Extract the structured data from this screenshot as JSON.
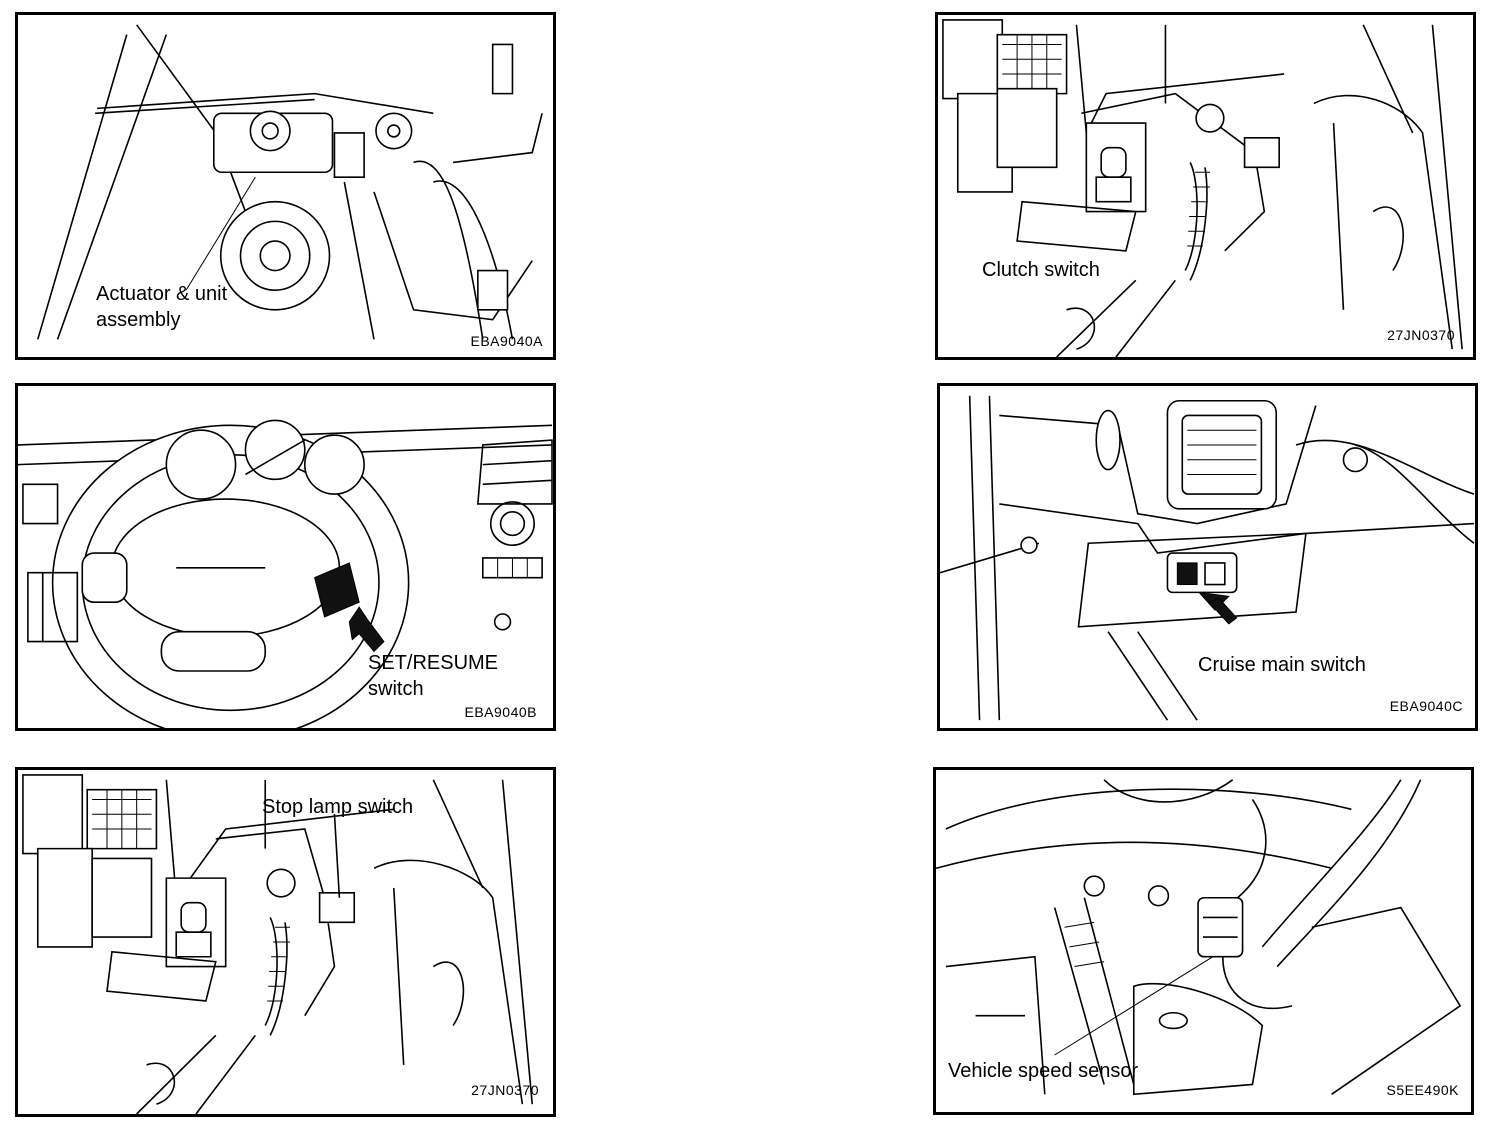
{
  "panels": {
    "actuator": {
      "label_line1": "Actuator & unit",
      "label_line2": "assembly",
      "code": "EBA9040A"
    },
    "clutch": {
      "label": "Clutch switch",
      "code": "27JN0370"
    },
    "set_resume": {
      "label_line1": "SET/RESUME",
      "label_line2": "switch",
      "code": "EBA9040B"
    },
    "cruise_main": {
      "label": "Cruise main switch",
      "code": "EBA9040C"
    },
    "stop_lamp": {
      "label": "Stop lamp switch",
      "code": "27JN0370"
    },
    "speed_sensor": {
      "label": "Vehicle speed sensor",
      "code": "S5EE490K"
    }
  }
}
